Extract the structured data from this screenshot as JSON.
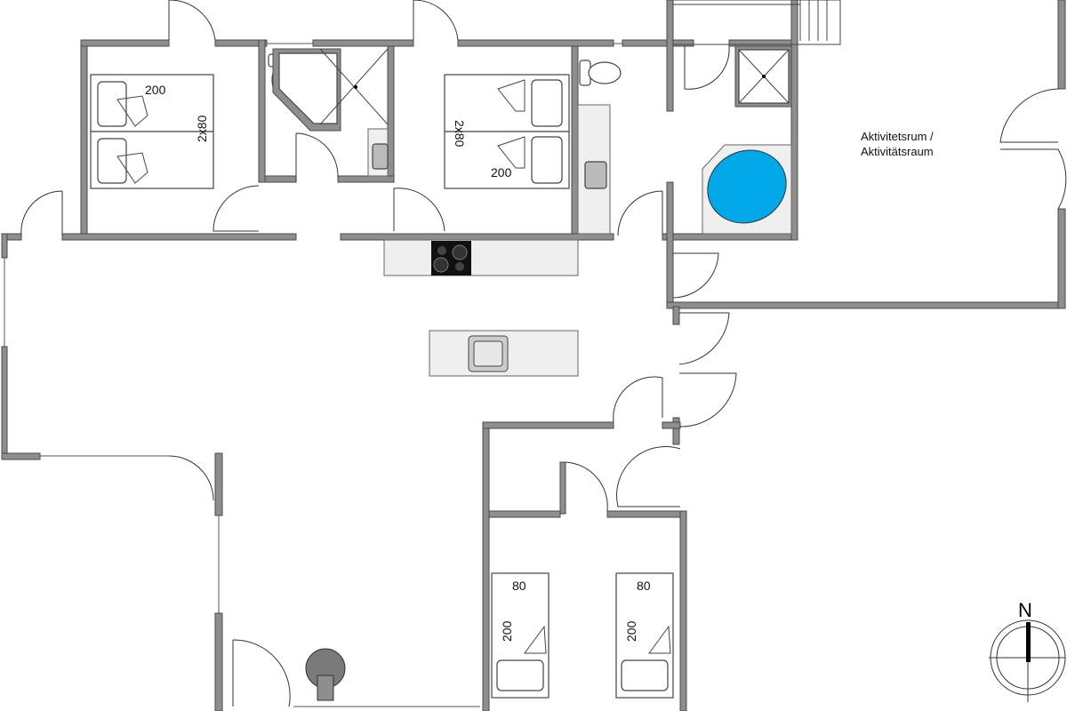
{
  "plan": {
    "rooms": {
      "activity_room_line1": "Aktivitetsrum /",
      "activity_room_line2": "Aktivitätsraum"
    },
    "bedroom1": {
      "length": "200",
      "width": "2x80"
    },
    "bedroom2": {
      "length": "200",
      "width": "2x80"
    },
    "bedroom3": {
      "bed_a": {
        "width": "80",
        "length": "200"
      },
      "bed_b": {
        "width": "80",
        "length": "200"
      }
    },
    "compass": {
      "north_label": "N"
    },
    "colors": {
      "wall": "#8e8e8e",
      "bathtub": "#00a8e8",
      "counter": "#efefef"
    }
  }
}
